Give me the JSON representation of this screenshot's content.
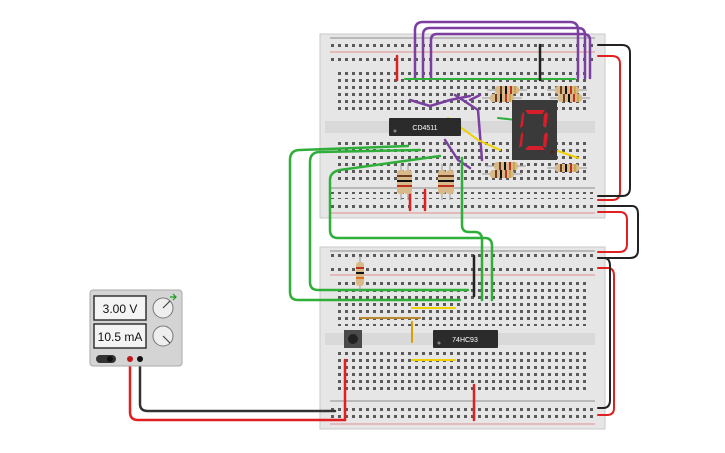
{
  "power_supply": {
    "voltage": "3.00 V",
    "current": "10.5 mA"
  },
  "chips": {
    "decoder": "CD4511",
    "counter": "74HC93"
  },
  "display": {
    "digit": "0",
    "segment_color": "#d61f2a"
  },
  "colors": {
    "wire_green": "#2fae3a",
    "wire_purple": "#7b3fa0",
    "wire_red": "#e02020",
    "wire_black": "#222222",
    "wire_yellow": "#f0d000",
    "breadboard": "#e6e6e6"
  }
}
